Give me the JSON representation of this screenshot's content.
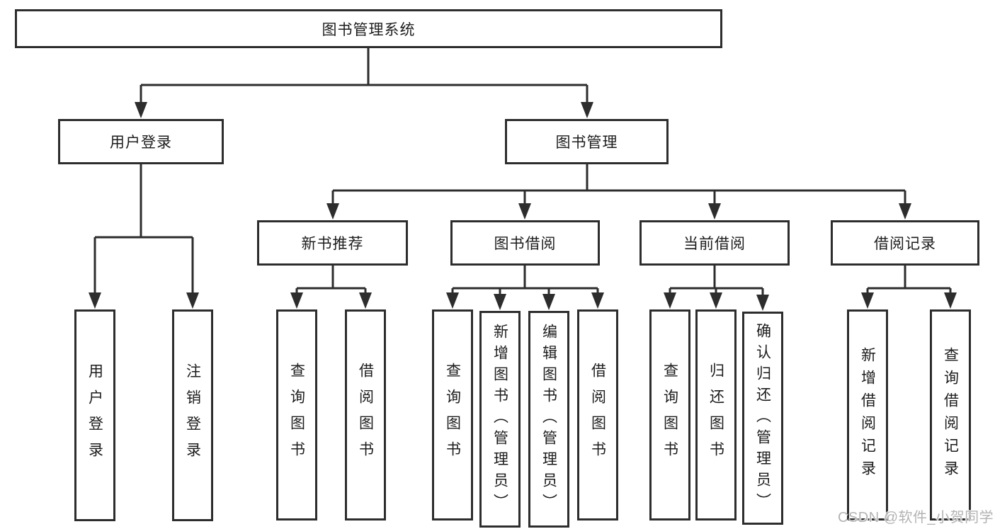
{
  "diagram": {
    "root": {
      "label": "图书管理系统"
    },
    "branches": [
      {
        "label": "用户登录",
        "children": [
          {
            "label": "用户登录"
          },
          {
            "label": "注销登录"
          }
        ]
      },
      {
        "label": "图书管理",
        "children": [
          {
            "label": "新书推荐",
            "children": [
              {
                "label": "查询图书"
              },
              {
                "label": "借阅图书"
              }
            ]
          },
          {
            "label": "图书借阅",
            "children": [
              {
                "label": "查询图书"
              },
              {
                "label": "新增图书（管理员）"
              },
              {
                "label": "编辑图书（管理员）"
              },
              {
                "label": "借阅图书"
              }
            ]
          },
          {
            "label": "当前借阅",
            "children": [
              {
                "label": "查询图书"
              },
              {
                "label": "归还图书"
              },
              {
                "label": "确认归还（管理员）"
              }
            ]
          },
          {
            "label": "借阅记录",
            "children": [
              {
                "label": "新增借阅记录"
              },
              {
                "label": "查询借阅记录"
              }
            ]
          }
        ]
      }
    ]
  },
  "watermark": "CSDN @软件_小贺同学",
  "colors": {
    "line": "#2d2d2d",
    "text": "#1c1c1c",
    "watermark": "#b3b3b3",
    "background": "#ffffff"
  }
}
